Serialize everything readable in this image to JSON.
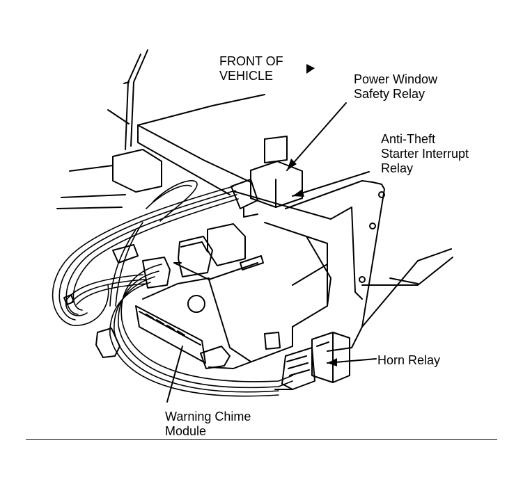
{
  "labels": {
    "front_of_vehicle": [
      "FRONT OF",
      "VEHICLE"
    ],
    "power_window_safety_relay": [
      "Power Window",
      "Safety Relay"
    ],
    "anti_theft_starter_interrupt_relay": [
      "Anti-Theft",
      "Starter Interrupt",
      "Relay"
    ],
    "horn_relay": [
      "Horn Relay"
    ],
    "warning_chime_module": [
      "Warning Chime",
      "Module"
    ]
  },
  "icons": [
    "front-direction-arrow-icon"
  ],
  "colors": {
    "line": "#000000",
    "background": "#ffffff"
  }
}
